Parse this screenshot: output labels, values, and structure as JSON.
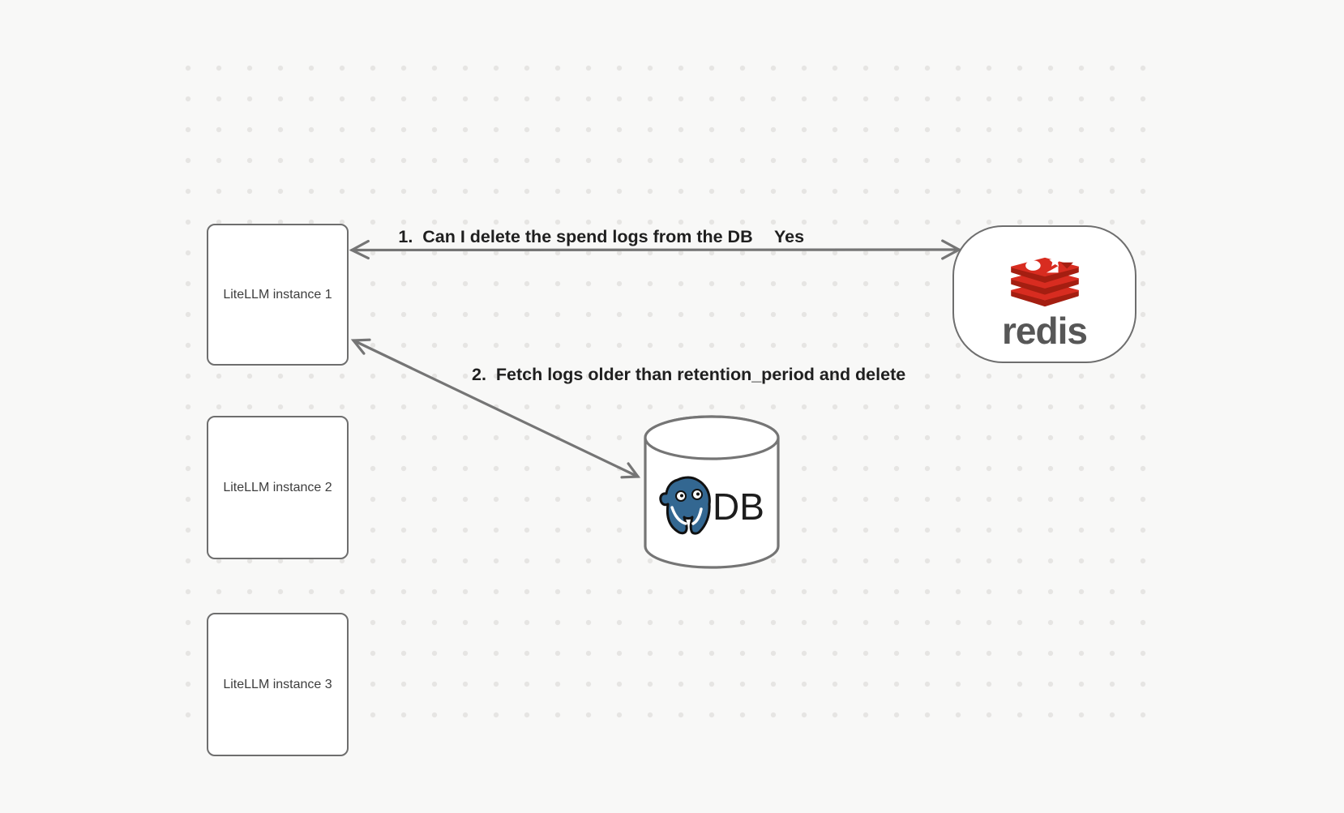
{
  "canvas": {
    "nodes": {
      "instance1": {
        "label": "LiteLLM instance 1"
      },
      "instance2": {
        "label": "LiteLLM instance 2"
      },
      "instance3": {
        "label": "LiteLLM instance 3"
      },
      "redis": {
        "wordmark": "redis"
      },
      "db": {
        "label": "DB"
      }
    },
    "edges": {
      "edge1": {
        "label": "1.  Can I delete the spend logs from the DB",
        "response": "Yes",
        "from": "instance1",
        "to": "redis",
        "direction": "bidirectional"
      },
      "edge2": {
        "label": "2.  Fetch logs older than retention_period and delete",
        "from": "instance1",
        "to": "db",
        "direction": "bidirectional"
      }
    },
    "colors": {
      "background": "#f8f8f7",
      "grid_dot": "#e6e5e3",
      "node_stroke": "#6e6e6e",
      "arrow": "#757575",
      "label_text": "#1f1f1f",
      "node_text": "#3d3d3d",
      "redis_red": "#D82C20",
      "redis_dark_red": "#A41E11",
      "redis_wordmark_gray": "#575757",
      "postgres_blue": "#336791",
      "db_text": "#1d1d1d"
    }
  }
}
